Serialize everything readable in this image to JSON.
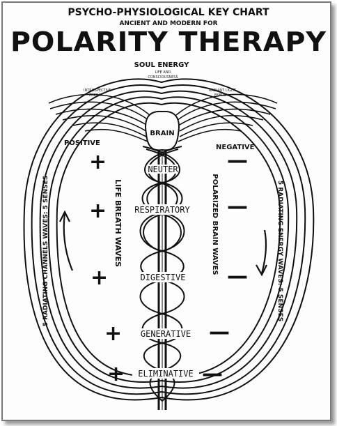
{
  "header": {
    "line1": "PSYCHO-PHYSIOLOGICAL KEY CHART",
    "line2": "ANCIENT AND MODERN FOR",
    "title": "POLARITY THERAPY"
  },
  "top": {
    "soul_energy": "SOUL ENERGY",
    "soul_sub1": "LIFE AND",
    "soul_sub2": "CONSCIOUSNESS",
    "left_wing1": "INTROSPECTIVE",
    "left_wing2": "ENERGY",
    "right_wing1": "RADIANT LIGHT",
    "right_wing2": "ENERGY"
  },
  "sides": {
    "positive": "POSITIVE",
    "negative": "NEGATIVE",
    "plus": "+",
    "minus": "—"
  },
  "vertical_labels": {
    "left_outer": "5 RADIATING CHANNELS WAVES: 5 SENSES",
    "left_inner": "LIFE BREATH WAVES",
    "right_inner": "POLARIZED BRAIN WAVES",
    "right_outer": "5 RADIATING ENERGY WAVES: 5 SENSES"
  },
  "centers": {
    "brain": "BRAIN",
    "neuter": "NEUTER",
    "respiratory": "RESPIRATORY",
    "digestive": "DIGESTIVE",
    "generative": "GENERATIVE",
    "eliminative": "ELIMINATIVE"
  },
  "colors": {
    "ink": "#111111",
    "paper": "#fdfdfd",
    "frame": "#7a7a7a"
  }
}
